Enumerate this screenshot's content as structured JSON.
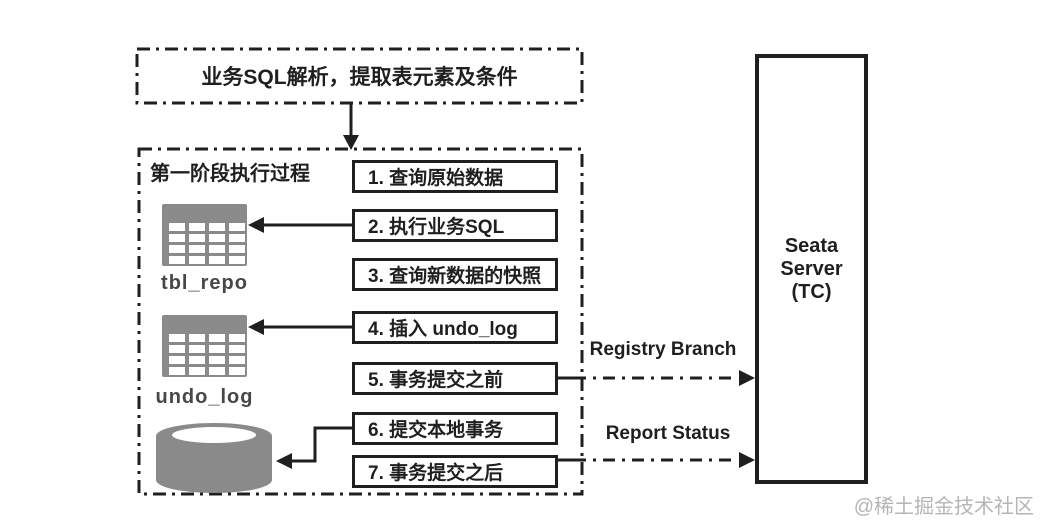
{
  "colors": {
    "line": "#1f1f1f",
    "icon_gray": "#8a8a8a",
    "watermark_gray": "#b5b5b5",
    "background": "#ffffff"
  },
  "top_box": {
    "label": "业务SQL解析，提取表元素及条件"
  },
  "phase_box": {
    "title": "第一阶段执行过程"
  },
  "steps": [
    {
      "label": "1. 查询原始数据"
    },
    {
      "label": "2. 执行业务SQL"
    },
    {
      "label": "3. 查询新数据的快照"
    },
    {
      "label": "4. 插入 undo_log"
    },
    {
      "label": "5. 事务提交之前"
    },
    {
      "label": "6. 提交本地事务"
    },
    {
      "label": "7. 事务提交之后"
    }
  ],
  "datastores": [
    {
      "icon": "table-grid-icon",
      "label": "tbl_repo"
    },
    {
      "icon": "table-grid-icon",
      "label": "undo_log"
    },
    {
      "icon": "database-cylinder-icon",
      "label": ""
    }
  ],
  "seata_server": {
    "lines": [
      "Seata",
      "Server",
      "(TC)"
    ]
  },
  "connections": [
    {
      "from": "top-box",
      "to": "phase-box",
      "style": "solid-arrow",
      "label": ""
    },
    {
      "from": "step-2",
      "to": "tbl_repo",
      "style": "solid-arrow",
      "label": ""
    },
    {
      "from": "step-4",
      "to": "undo_log",
      "style": "solid-arrow",
      "label": ""
    },
    {
      "from": "step-6",
      "to": "database",
      "style": "solid-arrow",
      "label": ""
    },
    {
      "from": "step-5",
      "to": "seata-server",
      "style": "dash-dot-arrow",
      "label": "Registry Branch"
    },
    {
      "from": "step-7",
      "to": "seata-server",
      "style": "dash-dot-arrow",
      "label": "Report Status"
    }
  ],
  "watermark": {
    "text": "@稀土掘金技术社区"
  }
}
